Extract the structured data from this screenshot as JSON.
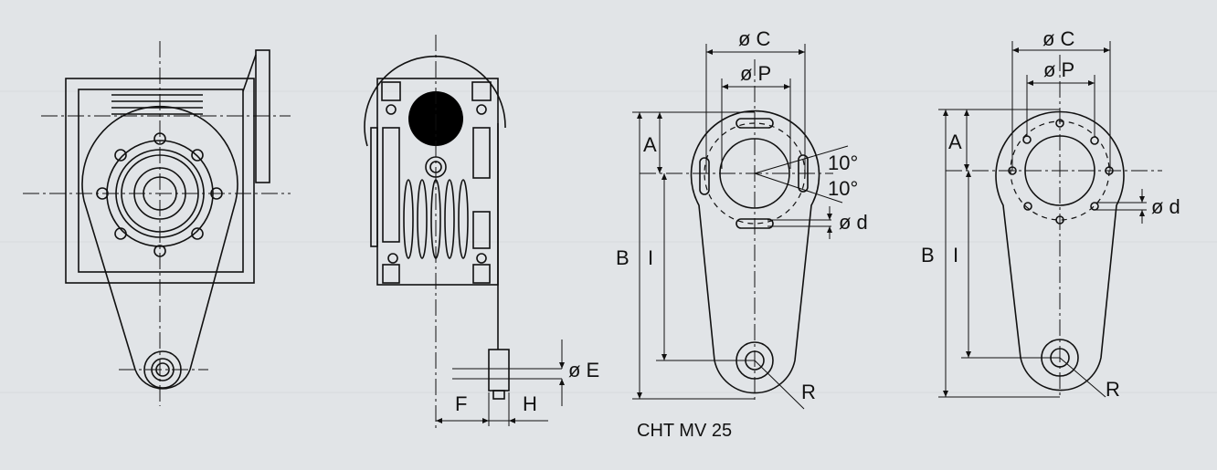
{
  "labels": {
    "c": "ø C",
    "p": "ø P",
    "a": "A",
    "b": "B",
    "i": "I",
    "d": "ø d",
    "r": "R",
    "e": "ø E",
    "f": "F",
    "h": "H",
    "angle": "10°"
  },
  "caption": "CHT MV 25"
}
